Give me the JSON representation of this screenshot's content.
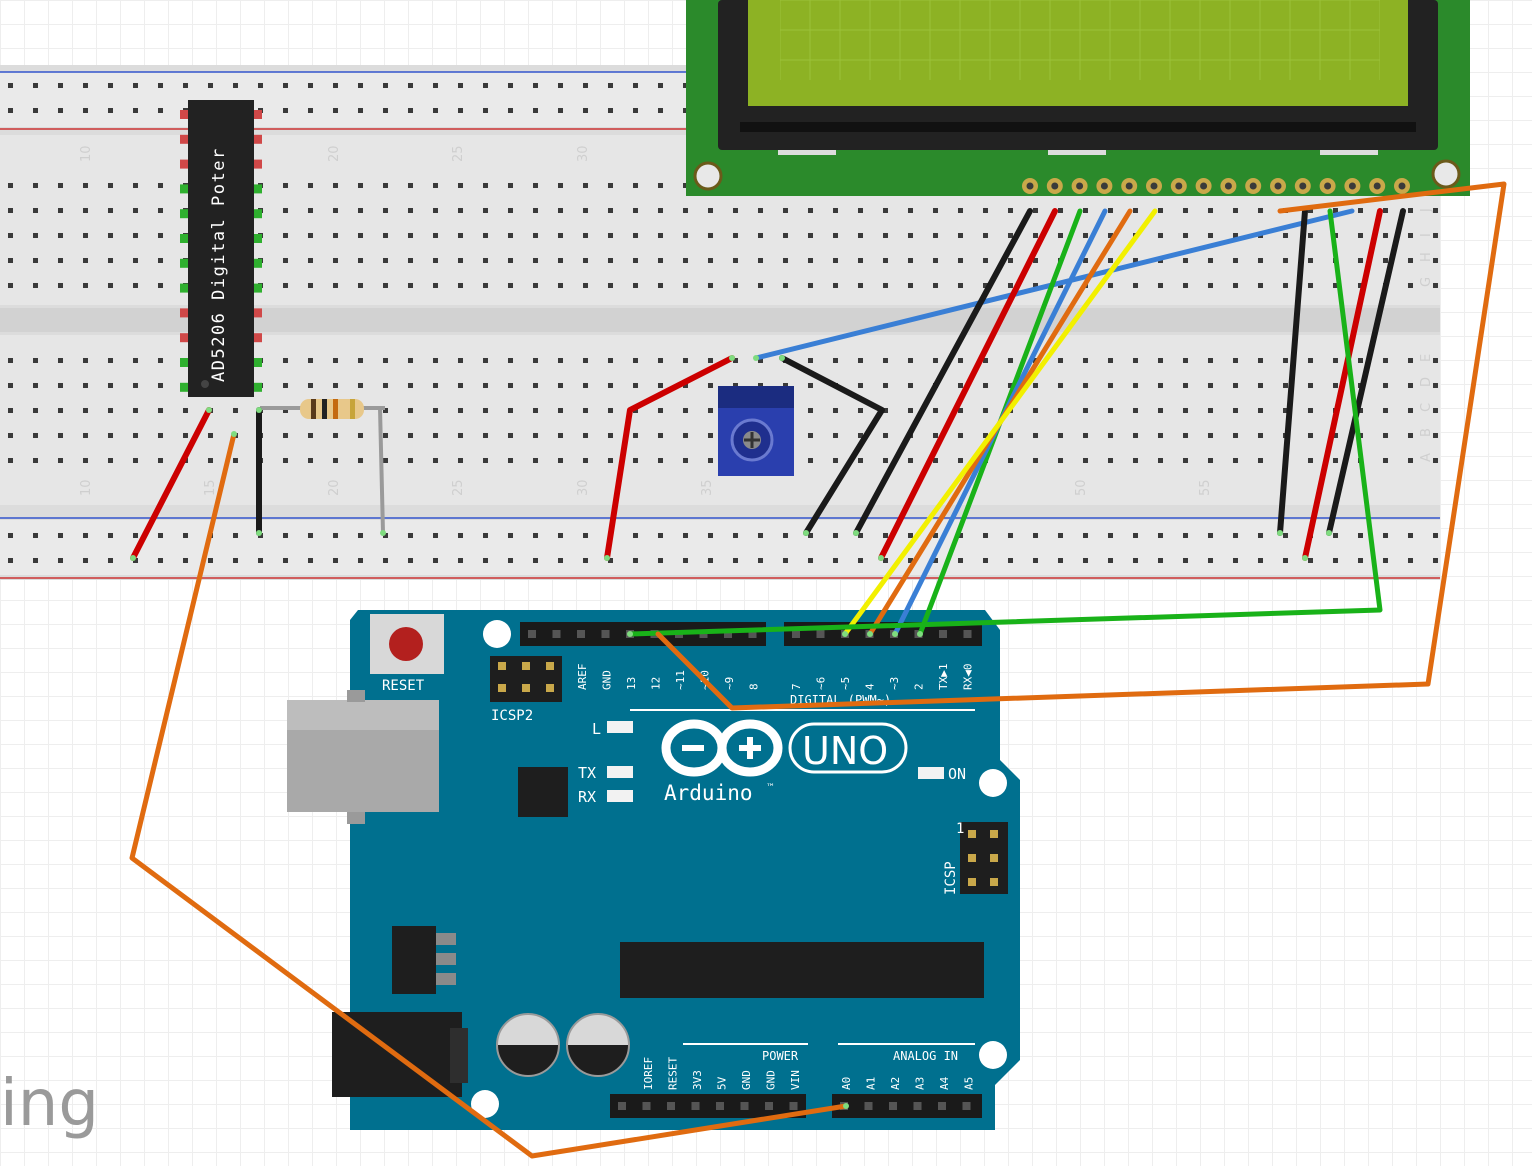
{
  "breadboard": {
    "column_numbers": [
      "10",
      "15",
      "20",
      "25",
      "30",
      "35",
      "50",
      "55"
    ],
    "row_letters_top": [
      "J",
      "I",
      "H",
      "G",
      "F"
    ],
    "row_letters_bottom": [
      "E",
      "D",
      "C",
      "B",
      "A"
    ]
  },
  "chip": {
    "label": "AD5206 Digital Poter"
  },
  "arduino": {
    "reset_label": "RESET",
    "icsp2_label": "ICSP2",
    "icsp_label": "ICSP",
    "icsp_pin1": "1",
    "logo_text": "UNO",
    "brand": "Arduino",
    "tm": "™",
    "led_l": "L",
    "led_tx": "TX",
    "led_rx": "RX",
    "led_on": "ON",
    "digital_label": "DIGITAL (PWM~)",
    "power_label": "POWER",
    "analog_label": "ANALOG IN",
    "header_pins_left": [
      "AREF",
      "GND",
      "13",
      "12",
      "~11",
      "~10",
      "~9",
      "8"
    ],
    "header_pins_right": [
      "7",
      "~6",
      "~5",
      "4",
      "~3",
      "2",
      "TX▶1",
      "RX◀0"
    ],
    "power_pins": [
      "IOREF",
      "RESET",
      "3V3",
      "5V",
      "GND",
      "GND",
      "VIN"
    ],
    "analog_pins": [
      "A0",
      "A1",
      "A2",
      "A3",
      "A4",
      "A5"
    ]
  },
  "watermark": "ing",
  "colors": {
    "wire_red": "#cc0000",
    "wire_black": "#1a1a1a",
    "wire_green": "#19b219",
    "wire_blue": "#3a7fd5",
    "wire_orange": "#e06b10",
    "wire_yellow": "#f2f000",
    "arduino_board": "#00708f",
    "lcd_pcb": "#2b8a2b",
    "lcd_screen": "#8db224"
  }
}
